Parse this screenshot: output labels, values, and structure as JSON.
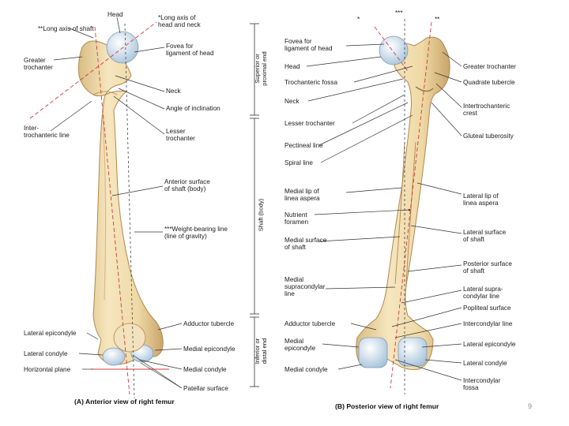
{
  "colors": {
    "bone": "#f0ddb0",
    "bone_edge": "#b08850",
    "cartilage": "#cfe0f0",
    "axis_red": "#d23a3a",
    "leader": "#333333"
  },
  "anterior": {
    "caption": "(A) Anterior view of right femur",
    "labels": {
      "head": "Head",
      "long_axis_shaft": "**Long axis of shaft",
      "long_axis_head_neck": "*Long axis of\nhead and neck",
      "greater_trochanter": "Greater\ntrochanter",
      "fovea": "Fovea for\nligament of head",
      "neck": "Neck",
      "angle": "Angle of inclination",
      "inter_line": "Inter-\ntrochanteric line",
      "lesser_trochanter": "Lesser\ntrochanter",
      "anterior_surface": "Anterior surface\nof shaft (body)",
      "weight_bearing": "***Weight-bearing line\n(line of gravity)",
      "adductor_tubercle": "Adductor tubercle",
      "lateral_epicondyle": "Lateral epicondyle",
      "lateral_condyle": "Lateral condyle",
      "medial_epicondyle": "Medial epicondyle",
      "horizontal_plane": "Horizontal plane",
      "medial_condyle": "Medial condyle",
      "patellar_surface": "Patellar surface"
    }
  },
  "posterior": {
    "caption": "(B) Posterior view of right femur",
    "marks": {
      "star1": "*",
      "star3": "***",
      "star2": "**"
    },
    "labels": {
      "fovea": "Fovea for\nligament of head",
      "head": "Head",
      "trochanteric_fossa": "Trochanteric fossa",
      "neck": "Neck",
      "lesser_trochanter": "Lesser trochanter",
      "pectineal_line": "Pectineal line",
      "spiral_line": "Spiral line",
      "medial_lip": "Medial lip of\nlinea aspera",
      "nutrient_foramen": "Nutrient\nforamen",
      "medial_surface": "Medial surface\nof shaft",
      "medial_supracondylar": "Medial\nsupracondylar\nline",
      "adductor_tubercle": "Adductor tubercle",
      "medial_epicondyle": "Medial\nepicondyle",
      "medial_condyle": "Medial condyle",
      "greater_trochanter": "Greater trochanter",
      "quadrate_tubercle": "Quadrate tubercle",
      "intertrochanteric_crest": "Intertrochanteric\ncrest",
      "gluteal_tuberosity": "Gluteal tuberosity",
      "lateral_lip": "Lateral lip of\nlinea aspera",
      "lateral_surface": "Lateral surface\nof shaft",
      "posterior_surface": "Posterior surface\nof shaft",
      "lateral_supracondylar": "Lateral supra-\ncondylar line",
      "popliteal_surface": "Popliteal surface",
      "intercondylar_line": "Intercondylar line",
      "lateral_epicondyle": "Lateral epicondyle",
      "lateral_condyle": "Lateral condyle",
      "intercondylar_fossa": "Intercondylar\nfossa"
    }
  },
  "regions": {
    "superior": "Superior or\nproximal end",
    "shaft": "Shaft (body)",
    "inferior": "Inferior or\ndistal end"
  },
  "page_number": "9"
}
